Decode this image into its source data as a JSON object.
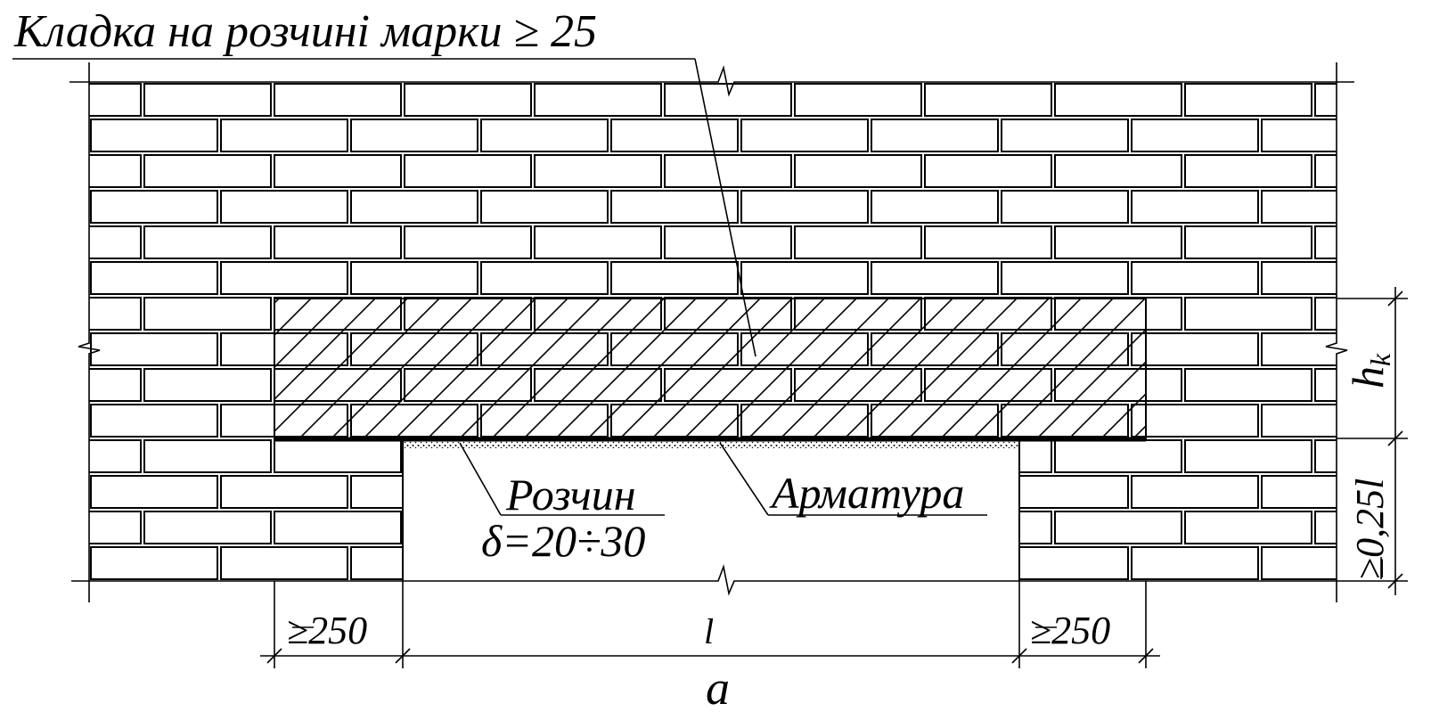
{
  "labels": {
    "title": "Кладка на розчині марки ≥ 25",
    "mortar": "Розчин",
    "mortar_thickness": "δ=20÷30",
    "reinforcement": "Арматура",
    "left_support": "≥250",
    "right_support": "≥250",
    "span": "l",
    "lintel_height": "h",
    "lintel_height_sub": "k",
    "vertical_offset": "≥0,25l",
    "figure_letter": "а"
  },
  "colors": {
    "line": "#000000",
    "background": "#ffffff"
  }
}
